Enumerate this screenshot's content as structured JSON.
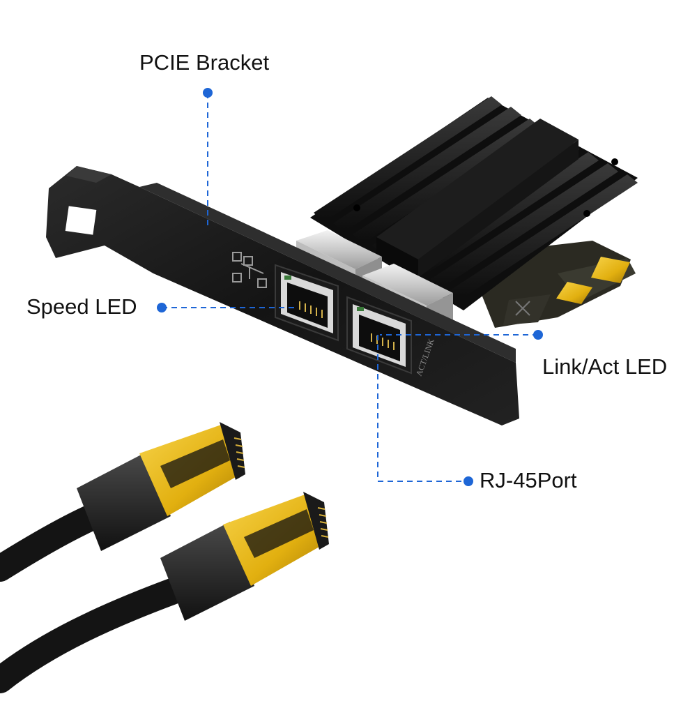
{
  "colors": {
    "accent": "#1e66d6",
    "heatsink": "#1a1a1a",
    "bracket": "#141414",
    "pcb": "#2a2a24",
    "gold": "#e3b51a",
    "jack_metal": "#cfcfcf",
    "cable_boot": "#222222",
    "cable_gold": "#f0c020"
  },
  "callouts": {
    "pcie_bracket": "PCIE Bracket",
    "speed_led": "Speed LED",
    "link_act_led": "Link/Act LED",
    "rj45_port": "RJ-45Port"
  },
  "bracket_print": "ACT/LINK",
  "icons": [
    "network-icon",
    "rj45-jack-icon",
    "heatsink-icon",
    "ethernet-cable-icon"
  ]
}
